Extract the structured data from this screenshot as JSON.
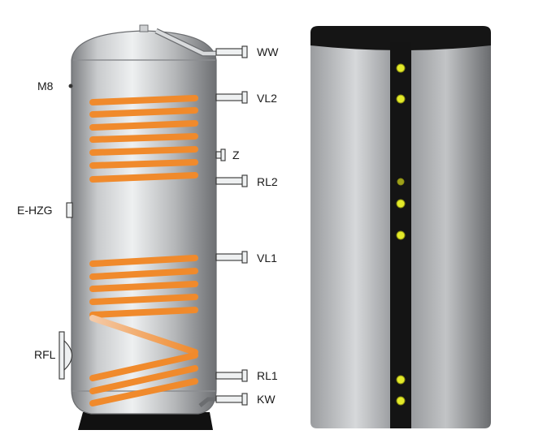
{
  "labels": {
    "ww": "WW",
    "m8": "M8",
    "vl2": "VL2",
    "z": "Z",
    "rl2": "RL2",
    "ehzg": "E-HZG",
    "vl1": "VL1",
    "rfl": "RFL",
    "rl1": "RL1",
    "kw": "KW"
  },
  "colors": {
    "coil": "#f08a2c",
    "jacket_stripe": "#141414",
    "indicator": "#e3ea2a"
  }
}
